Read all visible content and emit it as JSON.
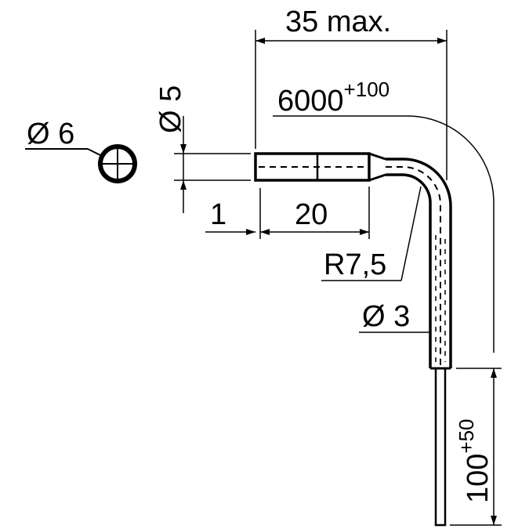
{
  "drawing": {
    "max_length": "35 max.",
    "cable_length": "6000",
    "cable_length_tol": "+100",
    "hole_diameter": "Ø 6",
    "sleeve_diameter": "Ø 5",
    "offset": "1",
    "sleeve_length": "20",
    "bend_radius": "R7,5",
    "fiber_diameter": "Ø 3",
    "end_length": "100",
    "end_length_tol": "+50"
  }
}
